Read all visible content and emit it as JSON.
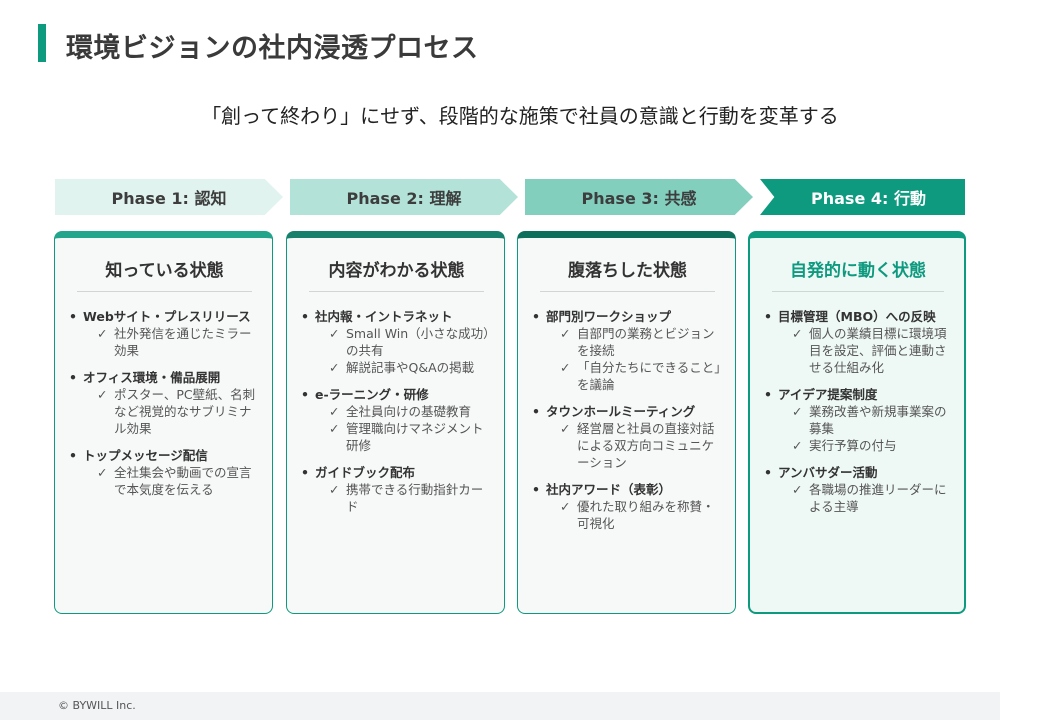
{
  "title": "環境ビジョンの社内浸透プロセス",
  "subtitle": "「創って終わり」にせず、段階的な施策で社員の意識と行動を変革する",
  "phases": [
    {
      "label": "Phase 1: 認知",
      "state": "知っている状態",
      "items": [
        {
          "head": "Webサイト・プレスリリース",
          "subs": [
            "社外発信を通じたミラー効果"
          ]
        },
        {
          "head": "オフィス環境・備品展開",
          "subs": [
            "ポスター、PC壁紙、名刺など視覚的なサブリミナル効果"
          ]
        },
        {
          "head": "トップメッセージ配信",
          "subs": [
            "全社集会や動画での宣言で本気度を伝える"
          ]
        }
      ]
    },
    {
      "label": "Phase 2: 理解",
      "state": "内容がわかる状態",
      "items": [
        {
          "head": "社内報・イントラネット",
          "subs": [
            "Small Win（小さな成功）の共有",
            "解説記事やQ&Aの掲載"
          ]
        },
        {
          "head": "e-ラーニング・研修",
          "subs": [
            "全社員向けの基礎教育",
            "管理職向けマネジメント研修"
          ]
        },
        {
          "head": "ガイドブック配布",
          "subs": [
            "携帯できる行動指針カード"
          ]
        }
      ]
    },
    {
      "label": "Phase 3: 共感",
      "state": "腹落ちした状態",
      "items": [
        {
          "head": "部門別ワークショップ",
          "subs": [
            "自部門の業務とビジョンを接続",
            "「自分たちにできること」を議論"
          ]
        },
        {
          "head": "タウンホールミーティング",
          "subs": [
            "経営層と社員の直接対話による双方向コミュニケーション"
          ]
        },
        {
          "head": "社内アワード（表彰）",
          "subs": [
            "優れた取り組みを称賛・可視化"
          ]
        }
      ]
    },
    {
      "label": "Phase 4: 行動",
      "state": "自発的に動く状態",
      "items": [
        {
          "head": "目標管理（MBO）への反映",
          "subs": [
            "個人の業績目標に環境項目を設定、評価と連動させる仕組み化"
          ]
        },
        {
          "head": "アイデア提案制度",
          "subs": [
            "業務改善や新規事業案の募集",
            "実行予算の付与"
          ]
        },
        {
          "head": "アンバサダー活動",
          "subs": [
            "各職場の推進リーダーによる主導"
          ]
        }
      ]
    }
  ],
  "check_mark": "✓",
  "footer": "© BYWILL Inc.",
  "colors": {
    "accent": "#0e9a7f",
    "phase1": "#e0f3ef",
    "phase2": "#b3e2d8",
    "phase3": "#82cfbe",
    "phase4": "#0e9a7f"
  }
}
